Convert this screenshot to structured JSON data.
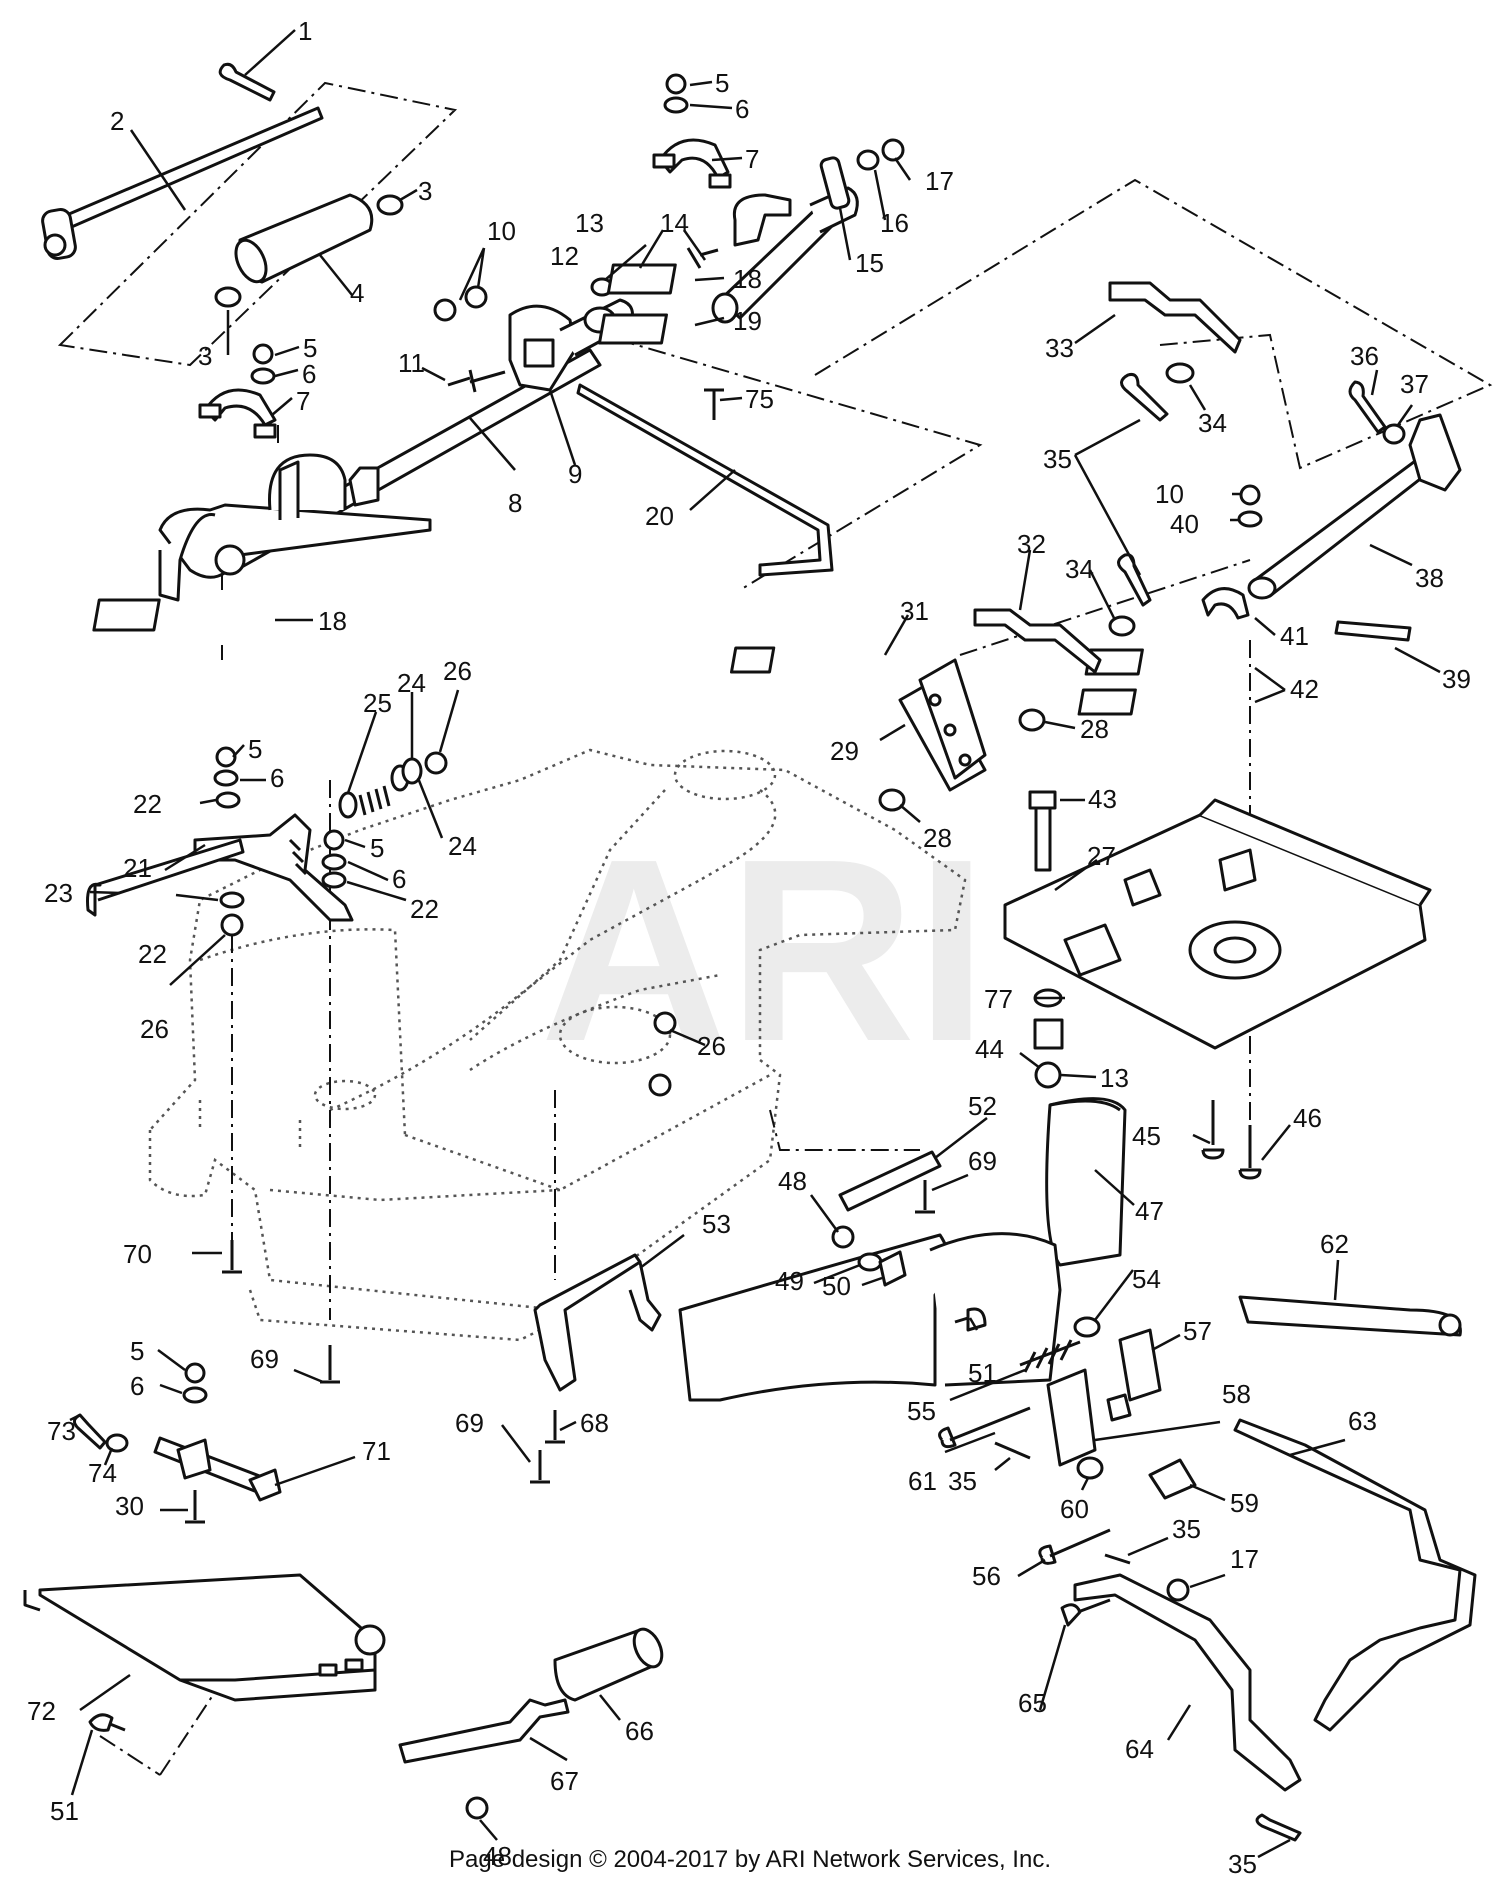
{
  "watermark": "ARI",
  "footer": "Page design © 2004-2017 by ARI Network Services, Inc.",
  "callouts": [
    {
      "id": "1",
      "n": "1"
    },
    {
      "id": "2",
      "n": "2"
    },
    {
      "id": "3a",
      "n": "3"
    },
    {
      "id": "3b",
      "n": "3"
    },
    {
      "id": "4",
      "n": "4"
    },
    {
      "id": "5a",
      "n": "5"
    },
    {
      "id": "6a",
      "n": "6"
    },
    {
      "id": "7a",
      "n": "7"
    },
    {
      "id": "17a",
      "n": "17"
    },
    {
      "id": "16",
      "n": "16"
    },
    {
      "id": "15",
      "n": "15"
    },
    {
      "id": "14",
      "n": "14"
    },
    {
      "id": "13a",
      "n": "13"
    },
    {
      "id": "12",
      "n": "12"
    },
    {
      "id": "10a",
      "n": "10"
    },
    {
      "id": "18a",
      "n": "18"
    },
    {
      "id": "19",
      "n": "19"
    },
    {
      "id": "75",
      "n": "75"
    },
    {
      "id": "5b",
      "n": "5"
    },
    {
      "id": "6b",
      "n": "6"
    },
    {
      "id": "7b",
      "n": "7"
    },
    {
      "id": "11",
      "n": "11"
    },
    {
      "id": "9",
      "n": "9"
    },
    {
      "id": "8",
      "n": "8"
    },
    {
      "id": "20",
      "n": "20"
    },
    {
      "id": "18b",
      "n": "18"
    },
    {
      "id": "33",
      "n": "33"
    },
    {
      "id": "34a",
      "n": "34"
    },
    {
      "id": "35a",
      "n": "35"
    },
    {
      "id": "36",
      "n": "36"
    },
    {
      "id": "37",
      "n": "37"
    },
    {
      "id": "10b",
      "n": "10"
    },
    {
      "id": "40",
      "n": "40"
    },
    {
      "id": "38",
      "n": "38"
    },
    {
      "id": "32",
      "n": "32"
    },
    {
      "id": "34b",
      "n": "34"
    },
    {
      "id": "31",
      "n": "31"
    },
    {
      "id": "41",
      "n": "41"
    },
    {
      "id": "42",
      "n": "42"
    },
    {
      "id": "39",
      "n": "39"
    },
    {
      "id": "29",
      "n": "29"
    },
    {
      "id": "28a",
      "n": "28"
    },
    {
      "id": "28b",
      "n": "28"
    },
    {
      "id": "43",
      "n": "43"
    },
    {
      "id": "27",
      "n": "27"
    },
    {
      "id": "25",
      "n": "25"
    },
    {
      "id": "24a",
      "n": "24"
    },
    {
      "id": "26a",
      "n": "26"
    },
    {
      "id": "5c",
      "n": "5"
    },
    {
      "id": "6c",
      "n": "6"
    },
    {
      "id": "22a",
      "n": "22"
    },
    {
      "id": "24b",
      "n": "24"
    },
    {
      "id": "21",
      "n": "21"
    },
    {
      "id": "5d",
      "n": "5"
    },
    {
      "id": "6d",
      "n": "6"
    },
    {
      "id": "22b",
      "n": "22"
    },
    {
      "id": "23",
      "n": "23"
    },
    {
      "id": "22c",
      "n": "22"
    },
    {
      "id": "26b",
      "n": "26"
    },
    {
      "id": "77",
      "n": "77"
    },
    {
      "id": "44",
      "n": "44"
    },
    {
      "id": "13b",
      "n": "13"
    },
    {
      "id": "26c",
      "n": "26"
    },
    {
      "id": "45",
      "n": "45"
    },
    {
      "id": "46",
      "n": "46"
    },
    {
      "id": "52",
      "n": "52"
    },
    {
      "id": "69a",
      "n": "69"
    },
    {
      "id": "47",
      "n": "47"
    },
    {
      "id": "48a",
      "n": "48"
    },
    {
      "id": "53",
      "n": "53"
    },
    {
      "id": "49",
      "n": "49"
    },
    {
      "id": "50",
      "n": "50"
    },
    {
      "id": "62",
      "n": "62"
    },
    {
      "id": "54",
      "n": "54"
    },
    {
      "id": "70",
      "n": "70"
    },
    {
      "id": "57",
      "n": "57"
    },
    {
      "id": "51a",
      "n": "51"
    },
    {
      "id": "69b",
      "n": "69"
    },
    {
      "id": "55",
      "n": "55"
    },
    {
      "id": "58",
      "n": "58"
    },
    {
      "id": "5e",
      "n": "5"
    },
    {
      "id": "6e",
      "n": "6"
    },
    {
      "id": "73",
      "n": "73"
    },
    {
      "id": "74",
      "n": "74"
    },
    {
      "id": "71",
      "n": "71"
    },
    {
      "id": "69c",
      "n": "69"
    },
    {
      "id": "68",
      "n": "68"
    },
    {
      "id": "61",
      "n": "61"
    },
    {
      "id": "35b",
      "n": "35"
    },
    {
      "id": "60",
      "n": "60"
    },
    {
      "id": "59",
      "n": "59"
    },
    {
      "id": "63",
      "n": "63"
    },
    {
      "id": "30",
      "n": "30"
    },
    {
      "id": "35c",
      "n": "35"
    },
    {
      "id": "56",
      "n": "56"
    },
    {
      "id": "17b",
      "n": "17"
    },
    {
      "id": "72",
      "n": "72"
    },
    {
      "id": "65",
      "n": "65"
    },
    {
      "id": "66",
      "n": "66"
    },
    {
      "id": "64",
      "n": "64"
    },
    {
      "id": "51b",
      "n": "51"
    },
    {
      "id": "48b",
      "n": "48"
    },
    {
      "id": "67",
      "n": "67"
    },
    {
      "id": "35d",
      "n": "35"
    }
  ]
}
